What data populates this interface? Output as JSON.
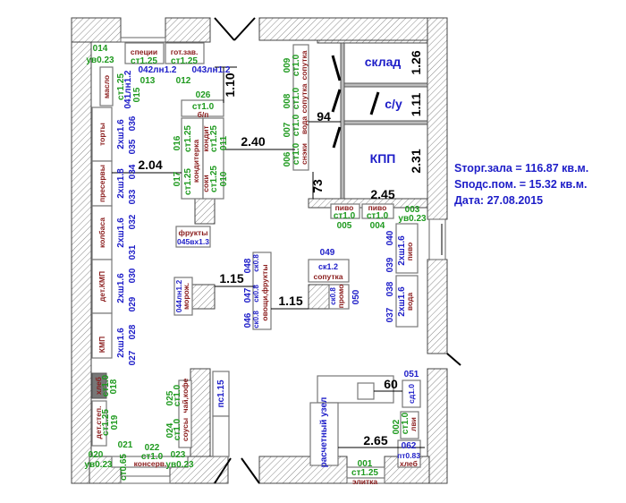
{
  "info": {
    "trade_area": "Sторг.зала = 116.87 кв.м.",
    "aux_area": "Sподс.пом. = 15.32 кв.м.",
    "date": "Дата: 27.08.2015"
  },
  "rooms": {
    "sklad": "склад",
    "su": "с/у",
    "kpp": "КПП",
    "cash": "расчетный узел"
  },
  "dimensions": {
    "d1_10": "1.10",
    "d2_40": "2.40",
    "d2_04": "2.04",
    "d94": "94",
    "d73": "73",
    "d1_26": "1.26",
    "d1_11": "1.11",
    "d2_31": "2.31",
    "d2_45": "2.45",
    "d1_15a": "1.15",
    "d1_15b": "1.15",
    "d60": "60",
    "d2_65": "2.65"
  },
  "top": {
    "n014": "014",
    "uv014": "ув0.23",
    "specii": "специи",
    "specii_st": "ст1.25",
    "gotzav": "гот.зав.",
    "gotzav_st": "ст1.25",
    "n042": "042лн1.2",
    "n043": "043лн1.2",
    "n013": "013",
    "n012": "012",
    "maslo": "масло",
    "maslo_st": "ст1.25",
    "n041": "041лн1.2",
    "n015": "015"
  },
  "left": {
    "torty": "торты",
    "torty_s": "2хш1.6",
    "n036": "036",
    "n035": "035",
    "preservy": "пресервы",
    "preservy_s": "2хш1.8",
    "n034": "034",
    "n033": "033",
    "kolbasa": "колбаса",
    "kolbasa_s": "2хш1.6",
    "n032": "032",
    "n031": "031",
    "detkmp": "дет.КМП",
    "detkmp_s": "2хш1.6",
    "n030": "030",
    "n029": "029",
    "kmp": "КМП",
    "kmp_s": "2хш1.6",
    "n028": "028",
    "n027": "027",
    "hleb": "хлеб",
    "hleb_st": "ст1.0",
    "n018": "018",
    "detstep": "дет.степ.",
    "detstep_st": "ст1.25",
    "n019": "019"
  },
  "bottom_left": {
    "n020": "020",
    "uv020": "ув0.23",
    "st065": "ст0.65",
    "n021": "021",
    "n022": "022",
    "st022": "ст1.0",
    "konserv": "консерв.",
    "n023": "023",
    "uv023": "ув0.23",
    "n024": "024",
    "st024": "ст1.0",
    "sousy": "соусы",
    "n025": "025",
    "st025": "ст1.0",
    "chai": "чай,кофе",
    "ps": "пс1.15"
  },
  "center": {
    "n026": "026",
    "st026": "ст1.0",
    "bp": "б/п",
    "n016": "016",
    "st016": "ст1.25",
    "konditerka": "кондитерка",
    "kondit": "кондит",
    "st011": "ст1.25",
    "n011": "011",
    "n017": "017",
    "st017": "ст1.25",
    "soki": "соки",
    "st010": "ст1.25",
    "n010": "010",
    "frukty": "фрукты",
    "n045": "045вх1.3",
    "n044": "044лн1.2",
    "morozh": "морож.",
    "n048": "048",
    "sk048": "ск0.8",
    "n047": "047",
    "sk047": "ск0.8",
    "n046": "046",
    "sk046": "ск0.8",
    "ovoshi": "овощи,фрукты"
  },
  "right": {
    "n009": "009",
    "st009": "ст1.0",
    "sop009": "сопутка",
    "n008": "008",
    "st008": "ст1.0",
    "sop008": "сопутка",
    "n007": "007",
    "st007": "ст1.0",
    "voda007": "вода",
    "n006": "006",
    "st006": "ст1.0",
    "sneki": "снэки",
    "pivo005": "пиво",
    "st005": "ст1.0",
    "n005": "005",
    "pivo004": "пиво",
    "st004": "ст1.0",
    "n004": "004",
    "n003": "003",
    "uv003": "ув0.23",
    "n040": "040",
    "n039": "039",
    "s040": "2хш1.6",
    "pivo040": "пиво",
    "n038": "038",
    "n037": "037",
    "s038": "2хш1.6",
    "voda038": "вода",
    "n049": "049",
    "sk049": "ск1.2",
    "sop049": "сопутка",
    "sk050": "ск0.8",
    "promo": "промо",
    "n050": "050",
    "n051": "051",
    "sd051": "сд1.0",
    "n002": "002",
    "st002": "ст1.0",
    "lvi": "лви",
    "n062": "062",
    "pt062": "пт0.83",
    "hleb062": "хлеб",
    "n001": "001",
    "st001": "ст1.25",
    "elitka": "элитка"
  }
}
